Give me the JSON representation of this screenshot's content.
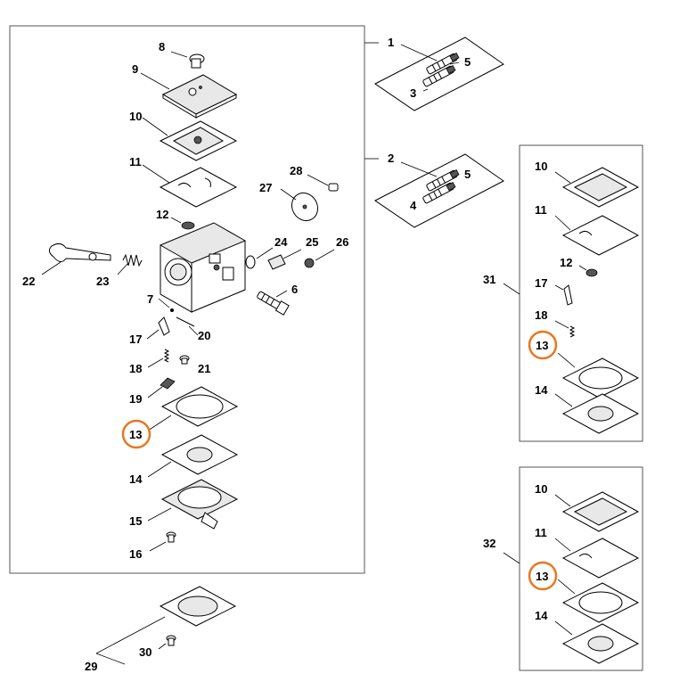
{
  "labels": {
    "p1": "1",
    "p2": "2",
    "p3": "3",
    "p4": "4",
    "p5a": "5",
    "p5b": "5",
    "p6": "6",
    "p7": "7",
    "p8": "8",
    "p9": "9",
    "p10": "10",
    "p11": "11",
    "p12": "12",
    "p13": "13",
    "p14": "14",
    "p15": "15",
    "p16": "16",
    "p17": "17",
    "p18": "18",
    "p19": "19",
    "p20": "20",
    "p21": "21",
    "p22": "22",
    "p23": "23",
    "p24": "24",
    "p25": "25",
    "p26": "26",
    "p27": "27",
    "p28": "28",
    "p29": "29",
    "p30": "30",
    "k31": "31",
    "k31_10": "10",
    "k31_11": "11",
    "k31_12": "12",
    "k31_13": "13",
    "k31_14": "14",
    "k31_17": "17",
    "k31_18": "18",
    "k32": "32",
    "k32_10": "10",
    "k32_11": "11",
    "k32_13": "13",
    "k32_14": "14"
  },
  "colors": {
    "highlight": "#e87722",
    "frame": "#555555"
  }
}
